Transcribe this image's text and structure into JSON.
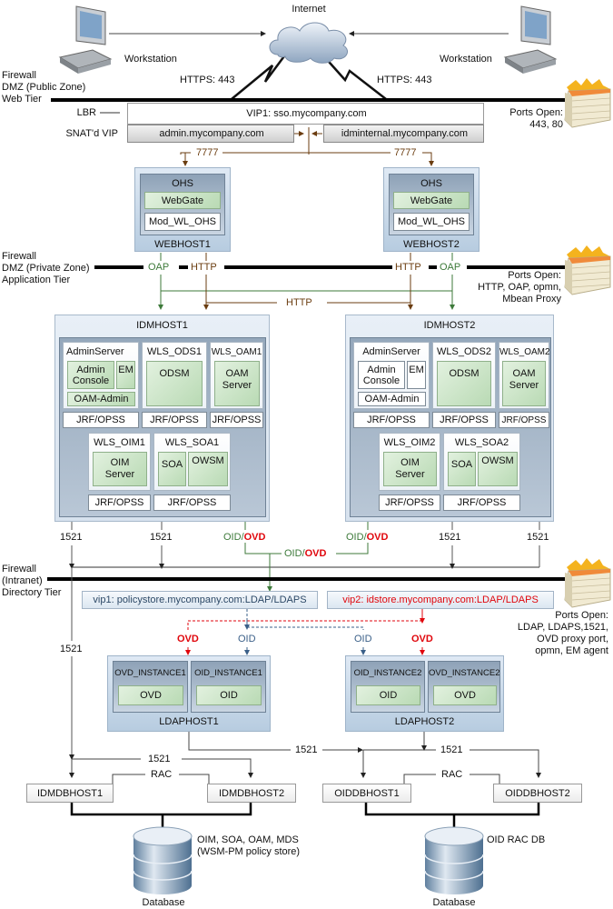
{
  "internet": {
    "label": "Internet"
  },
  "workstations": [
    {
      "label": "Workstation"
    },
    {
      "label": "Workstation"
    }
  ],
  "links": {
    "https_left": "HTTPS: 443",
    "https_right": "HTTPS: 443"
  },
  "tiers": {
    "web": {
      "lines": [
        "Firewall",
        "DMZ (Public Zone)",
        "Web Tier"
      ],
      "ports_title": "Ports Open:",
      "ports": [
        "443, 80"
      ]
    },
    "app": {
      "lines": [
        "Firewall",
        "DMZ (Private Zone)",
        "Application Tier"
      ],
      "ports_title": "Ports Open:",
      "ports": [
        "HTTP, OAP, opmn,",
        "Mbean Proxy"
      ]
    },
    "dir": {
      "lines": [
        "Firewall",
        "(Intranet)",
        "Directory Tier"
      ],
      "ports_title": "Ports Open:",
      "ports": [
        "LDAP, LDAPS,1521,",
        "OVD proxy port,",
        "opmn, EM agent"
      ]
    }
  },
  "lbr": {
    "label": "LBR",
    "snat_label": "SNAT'd VIP",
    "vip1": "VIP1: sso.mycompany.com",
    "admin_vip": "admin.mycompany.com",
    "internal_vip": "idminternal.mycompany.com",
    "port_left": "7777",
    "port_right": "7777"
  },
  "webhosts": [
    {
      "name": "WEBHOST1",
      "ohs": "OHS",
      "webgate": "WebGate",
      "mod": "Mod_WL_OHS"
    },
    {
      "name": "WEBHOST2",
      "ohs": "OHS",
      "webgate": "WebGate",
      "mod": "Mod_WL_OHS"
    }
  ],
  "app_protocols": {
    "oap": "OAP",
    "http": "HTTP",
    "http_cross": "HTTP"
  },
  "idmhosts": [
    {
      "name": "IDMHOST1",
      "admin_server": "AdminServer",
      "admin_console": [
        "Admin",
        "Console"
      ],
      "em": "EM",
      "oam_admin": "OAM-Admin",
      "ods": "WLS_ODS1",
      "odsm": "ODSM",
      "oam": "WLS_OAM1",
      "oam_server": [
        "OAM",
        "Server"
      ],
      "oim": "WLS_OIM1",
      "oim_server": [
        "OIM",
        "Server"
      ],
      "soa": "WLS_SOA1",
      "soa_app": "SOA",
      "owsm": "OWSM",
      "jrf": "JRF/OPSS"
    },
    {
      "name": "IDMHOST2",
      "admin_server": "AdminServer",
      "admin_console": [
        "Admin",
        "Console"
      ],
      "em": "EM",
      "oam_admin": "OAM-Admin",
      "ods": "WLS_ODS2",
      "odsm": "ODSM",
      "oam": "WLS_OAM2",
      "oam_server": [
        "OAM",
        "Server"
      ],
      "oim": "WLS_OIM2",
      "oim_server": [
        "OIM",
        "Server"
      ],
      "soa": "WLS_SOA2",
      "soa_app": "SOA",
      "owsm": "OWSM",
      "jrf": "JRF/OPSS"
    }
  ],
  "ports": {
    "db": "1521",
    "oid": "OID",
    "ovd": "OVD",
    "slash": "/"
  },
  "vips": {
    "vip1": "vip1: policystore.mycompany.com:LDAP/LDAPS",
    "vip2": "vip2: idstore.mycompany.com:LDAP/LDAPS"
  },
  "ldaphosts": [
    {
      "name": "LDAPHOST1",
      "instances": [
        {
          "name": "OVD_INSTANCE1",
          "app": "OVD"
        },
        {
          "name": "OID_INSTANCE1",
          "app": "OID"
        }
      ]
    },
    {
      "name": "LDAPHOST2",
      "instances": [
        {
          "name": "OID_INSTANCE2",
          "app": "OID"
        },
        {
          "name": "OVD_INSTANCE2",
          "app": "OVD"
        }
      ]
    }
  ],
  "rac": "RAC",
  "dbhosts": {
    "idm": [
      "IDMDBHOST1",
      "IDMDBHOST2"
    ],
    "oid": [
      "OIDDBHOST1",
      "OIDDBHOST2"
    ]
  },
  "databases": [
    {
      "label": "Database",
      "desc": [
        "OIM, SOA, OAM, MDS",
        "(WSM-PM policy store)"
      ]
    },
    {
      "label": "Database",
      "desc": [
        "OID RAC DB"
      ]
    }
  ],
  "colors": {
    "brown": "#6b3d10",
    "green": "#3d7a3a",
    "red": "#e0060c",
    "blue": "#3a5f88"
  }
}
